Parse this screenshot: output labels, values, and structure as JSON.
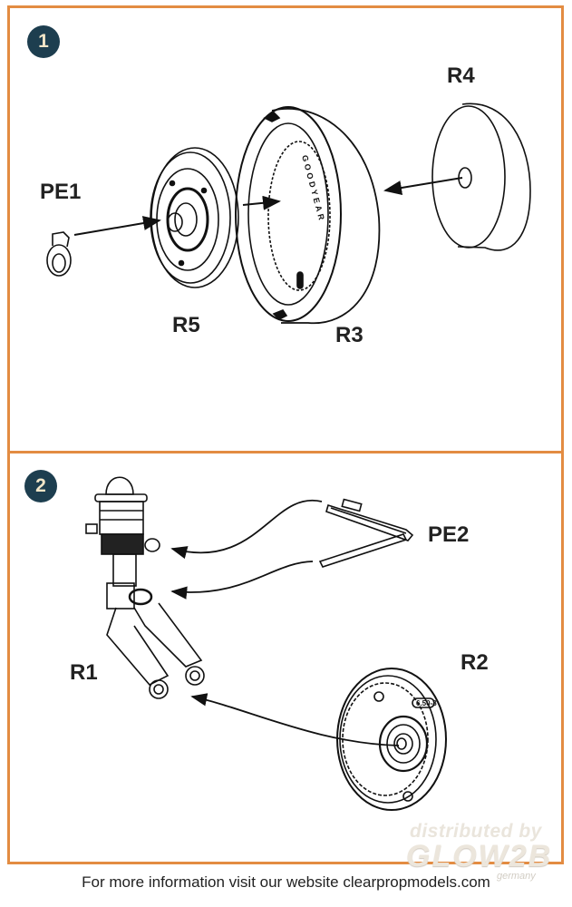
{
  "steps": [
    {
      "number": "1",
      "parts": {
        "pe1": "PE1",
        "r5": "R5",
        "r3": "R3",
        "r4": "R4"
      },
      "tire_lettering": "GOODYEAR"
    },
    {
      "number": "2",
      "parts": {
        "r1": "R1",
        "pe2": "PE2",
        "r2": "R2"
      },
      "hub_marking": "6.50-8"
    }
  ],
  "footer": {
    "text": "For more information visit our website ",
    "website": "clearpropmodels.com"
  },
  "watermark": {
    "line1": "distributed by",
    "brand": "GLOW2B",
    "country": "germany"
  },
  "colors": {
    "border": "#e38c42",
    "step_badge": "#1d3e4f",
    "step_text": "#f2e6c8"
  }
}
